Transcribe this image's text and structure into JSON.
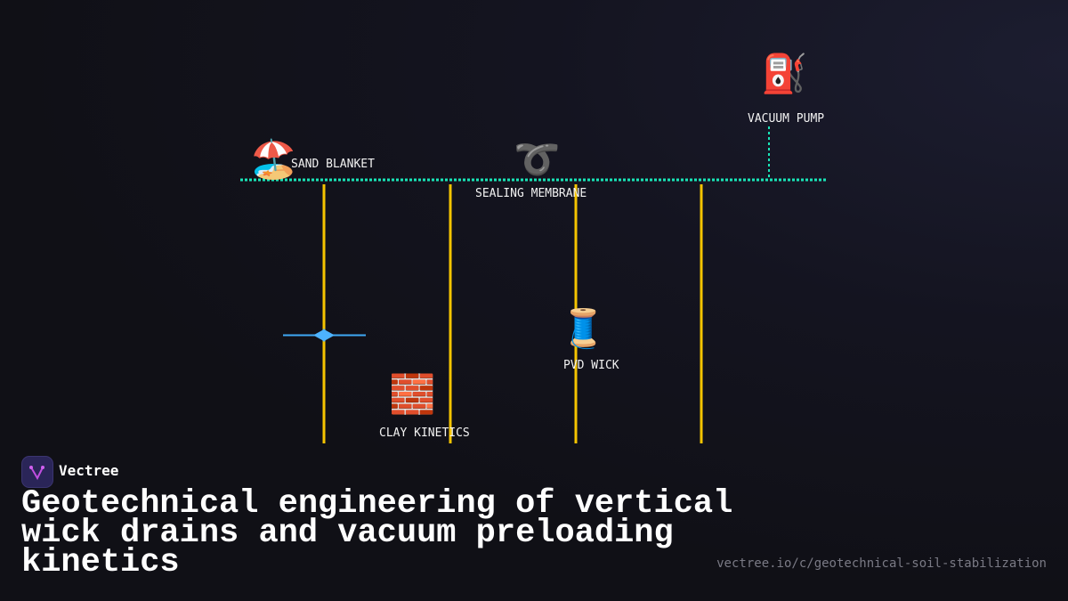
{
  "diagram": {
    "labels": {
      "sand_blanket": "SAND BLANKET",
      "sealing_membrane": "SEALING MEMBRANE",
      "vacuum_pump": "VACUUM PUMP",
      "pvd_wick": "PVD WICK",
      "clay_kinetics": "CLAY KINETICS"
    },
    "icons": {
      "sand_blanket": "🏖️",
      "sealing_membrane": "➰",
      "vacuum_pump": "⛽",
      "pvd_wick": "🧵",
      "clay_kinetics": "🧱"
    },
    "colors": {
      "blanket_line": "#19e6b8",
      "drains": "#f5c400",
      "flow": "#3fa9f5"
    }
  },
  "brand": {
    "name": "Vectree"
  },
  "title": "Geotechnical engineering of vertical wick drains and vacuum preloading kinetics",
  "url": "vectree.io/c/geotechnical-soil-stabilization"
}
